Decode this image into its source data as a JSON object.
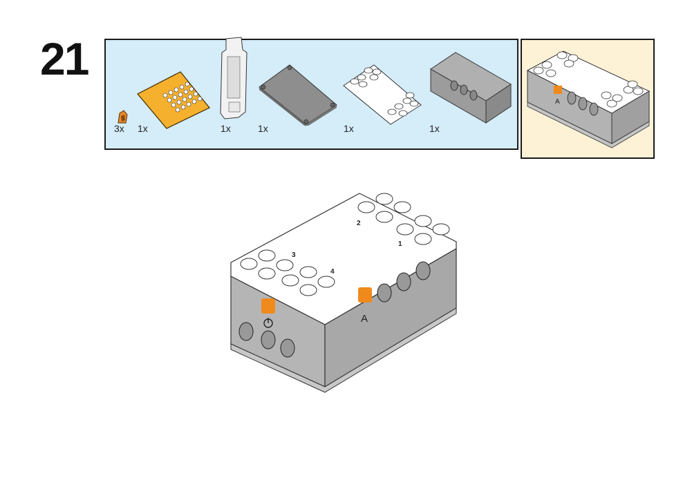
{
  "step": {
    "number": "21"
  },
  "parts_list": {
    "items": [
      {
        "name": "orange-connector-pin",
        "qty": "3x",
        "color": "#e8892a"
      },
      {
        "name": "orange-led-matrix-plate",
        "qty": "1x",
        "color": "#f5b02e"
      },
      {
        "name": "white-frame-bracket",
        "qty": "1x",
        "color": "#f2f2f2"
      },
      {
        "name": "gray-base-plate",
        "qty": "1x",
        "color": "#8e8e8e"
      },
      {
        "name": "white-stud-top-plate",
        "qty": "1x",
        "color": "#ffffff"
      },
      {
        "name": "gray-housing-box",
        "qty": "1x",
        "color": "#9c9c9c"
      }
    ]
  },
  "result_preview": {
    "label": "A"
  },
  "main_model": {
    "port_label": "A",
    "power_symbol": "power-icon",
    "top_labels": [
      "1",
      "2",
      "3",
      "4"
    ],
    "colors": {
      "housing": "#a8a8a8",
      "top": "#ffffff",
      "accent": "#f08a1c"
    }
  }
}
